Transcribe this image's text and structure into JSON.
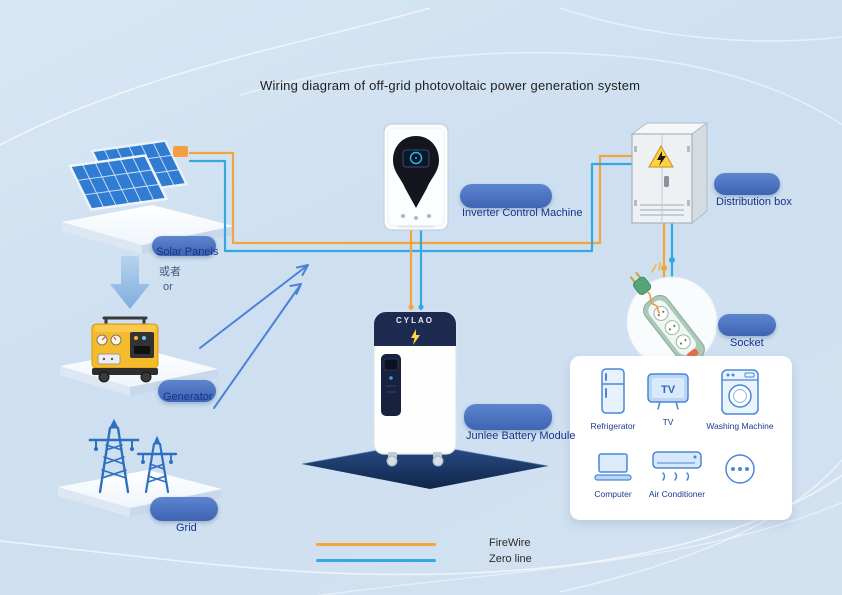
{
  "title": "Wiring diagram of off-grid photovoltaic power generation system",
  "nodes": {
    "solar_panels": {
      "label": "Solar Panels"
    },
    "alternative": {
      "zh": "或者",
      "en": "or"
    },
    "generator": {
      "label": "Generator"
    },
    "grid": {
      "label": "Grid"
    },
    "inverter": {
      "label": "Inverter Control Machine"
    },
    "distribution_box": {
      "label": "Distribution box"
    },
    "socket": {
      "label": "Socket"
    },
    "battery": {
      "label": "Junlee Battery Module",
      "brand": "CYLAO"
    }
  },
  "appliances": [
    {
      "name": "refrigerator",
      "label": "Refrigerator"
    },
    {
      "name": "tv",
      "label": "TV",
      "screen_text": "TV"
    },
    {
      "name": "washing-machine",
      "label": "Washing Machine"
    },
    {
      "name": "computer",
      "label": "Computer"
    },
    {
      "name": "air-conditioner",
      "label": "Air Conditioner"
    },
    {
      "name": "more-appliances",
      "label": ""
    }
  ],
  "legend": [
    {
      "label": "FireWire",
      "color": "#F2A53A"
    },
    {
      "label": "Zero line",
      "color": "#35A8E0"
    }
  ],
  "colors": {
    "background": "#CDDFF0",
    "pill_blue": "#4A74C4",
    "label_text": "#16338B",
    "fire_wire": "#F2A53A",
    "zero_line": "#35A8E0",
    "icon_blue": "#4A86D8",
    "platform_white": "#FFFFFF",
    "battery_base_navy": "#14294F"
  }
}
